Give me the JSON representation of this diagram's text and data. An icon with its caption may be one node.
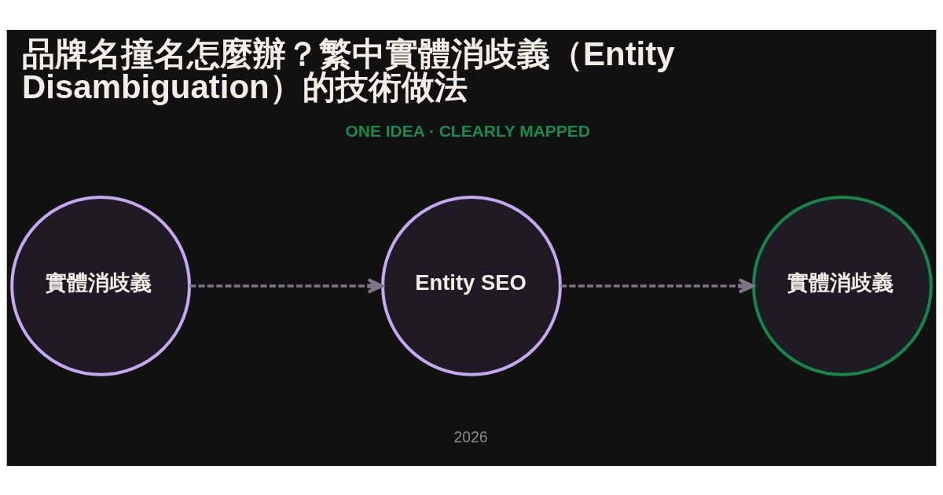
{
  "diagram": {
    "title": "品牌名撞名怎麼辦？繁中實體消歧義（Entity Disambiguation）的技術做法",
    "nodes": [
      {
        "text": [
          "實體消歧義"
        ]
      },
      {
        "text": [
          "Entity SEO"
        ]
      },
      {
        "text": [
          "實體消歧義"
        ]
      }
    ],
    "edges": [
      {
        "from": 0,
        "to": 1,
        "arrow": "to",
        "style": "dashed"
      },
      {
        "from": 1,
        "to": 2,
        "arrow": "to",
        "style": "dashed"
      }
    ],
    "labels": [
      "ONE IDEA · CLEARLY MAPPED",
      "2026"
    ]
  }
}
